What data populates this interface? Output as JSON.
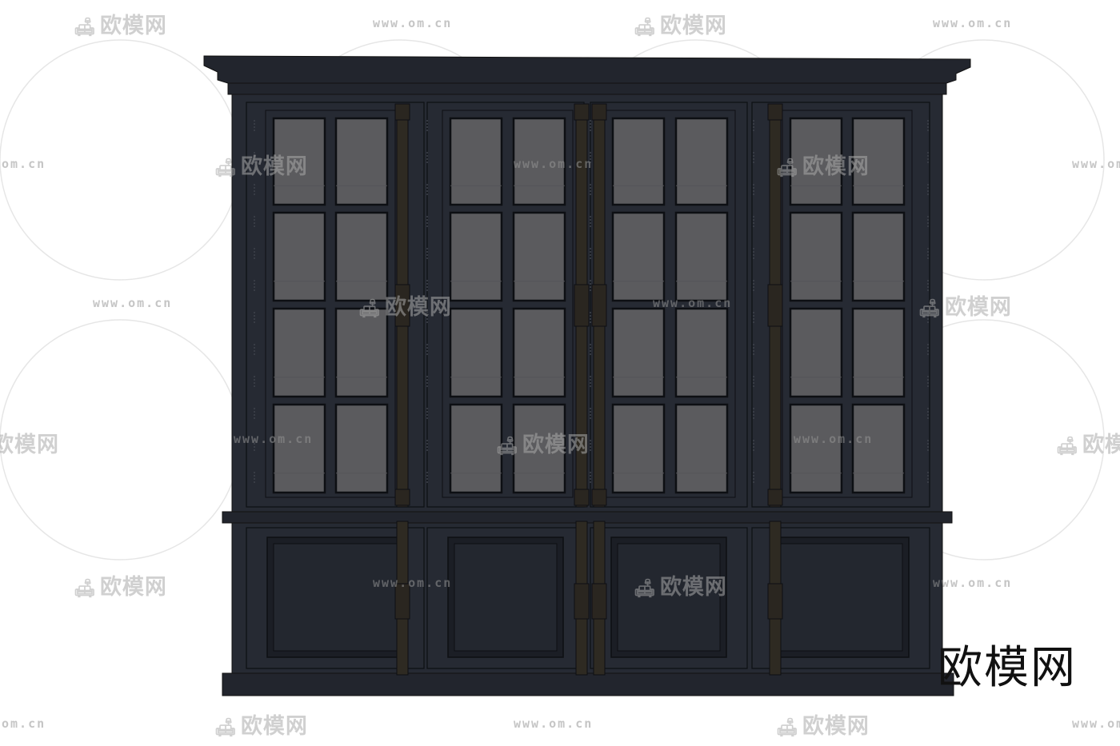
{
  "watermark": {
    "url_text": "www.om.cn",
    "short_text": "om.cn",
    "logo_text": "欧模网"
  },
  "brand": {
    "text": "欧模网"
  },
  "colors": {
    "cabinet": "#262a33",
    "cabinet_dark": "#1b1e25",
    "glass": "#5b5b5e",
    "hardware": "#2e2a22"
  }
}
